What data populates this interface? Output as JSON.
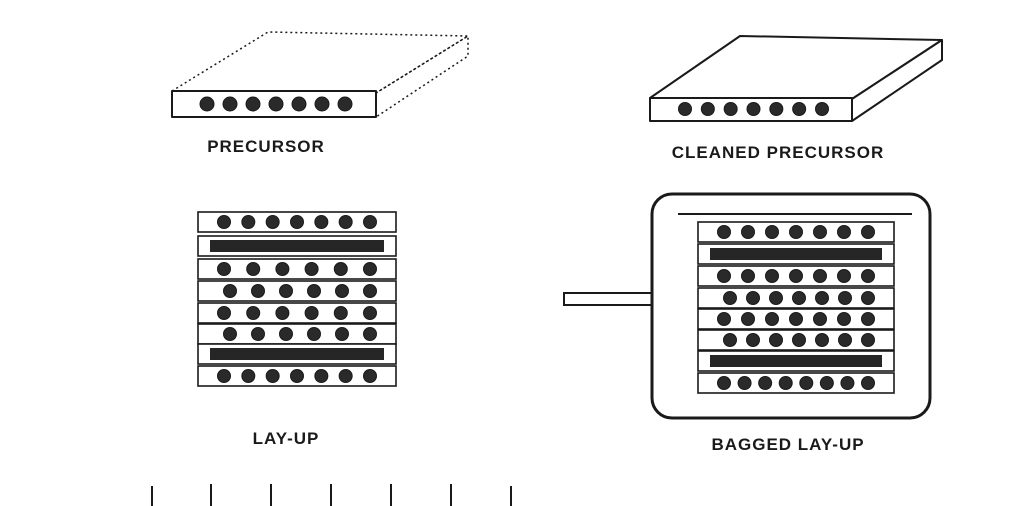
{
  "labels": {
    "precursor": "PRECURSOR",
    "cleaned_precursor": "CLEANED PRECURSOR",
    "lay_up": "LAY-UP",
    "bagged_lay_up": "BAGGED LAY-UP"
  },
  "colors": {
    "ink": "#1a1a1a",
    "fiber": "#2a2a2a",
    "foil": "#262626",
    "background": "#ffffff"
  },
  "icons": {
    "precursor": "composite-plate-icon",
    "cleaned_precursor": "composite-plate-icon",
    "lay_up": "stacked-layers-icon",
    "bagged_lay_up": "vacuum-bag-icon"
  }
}
